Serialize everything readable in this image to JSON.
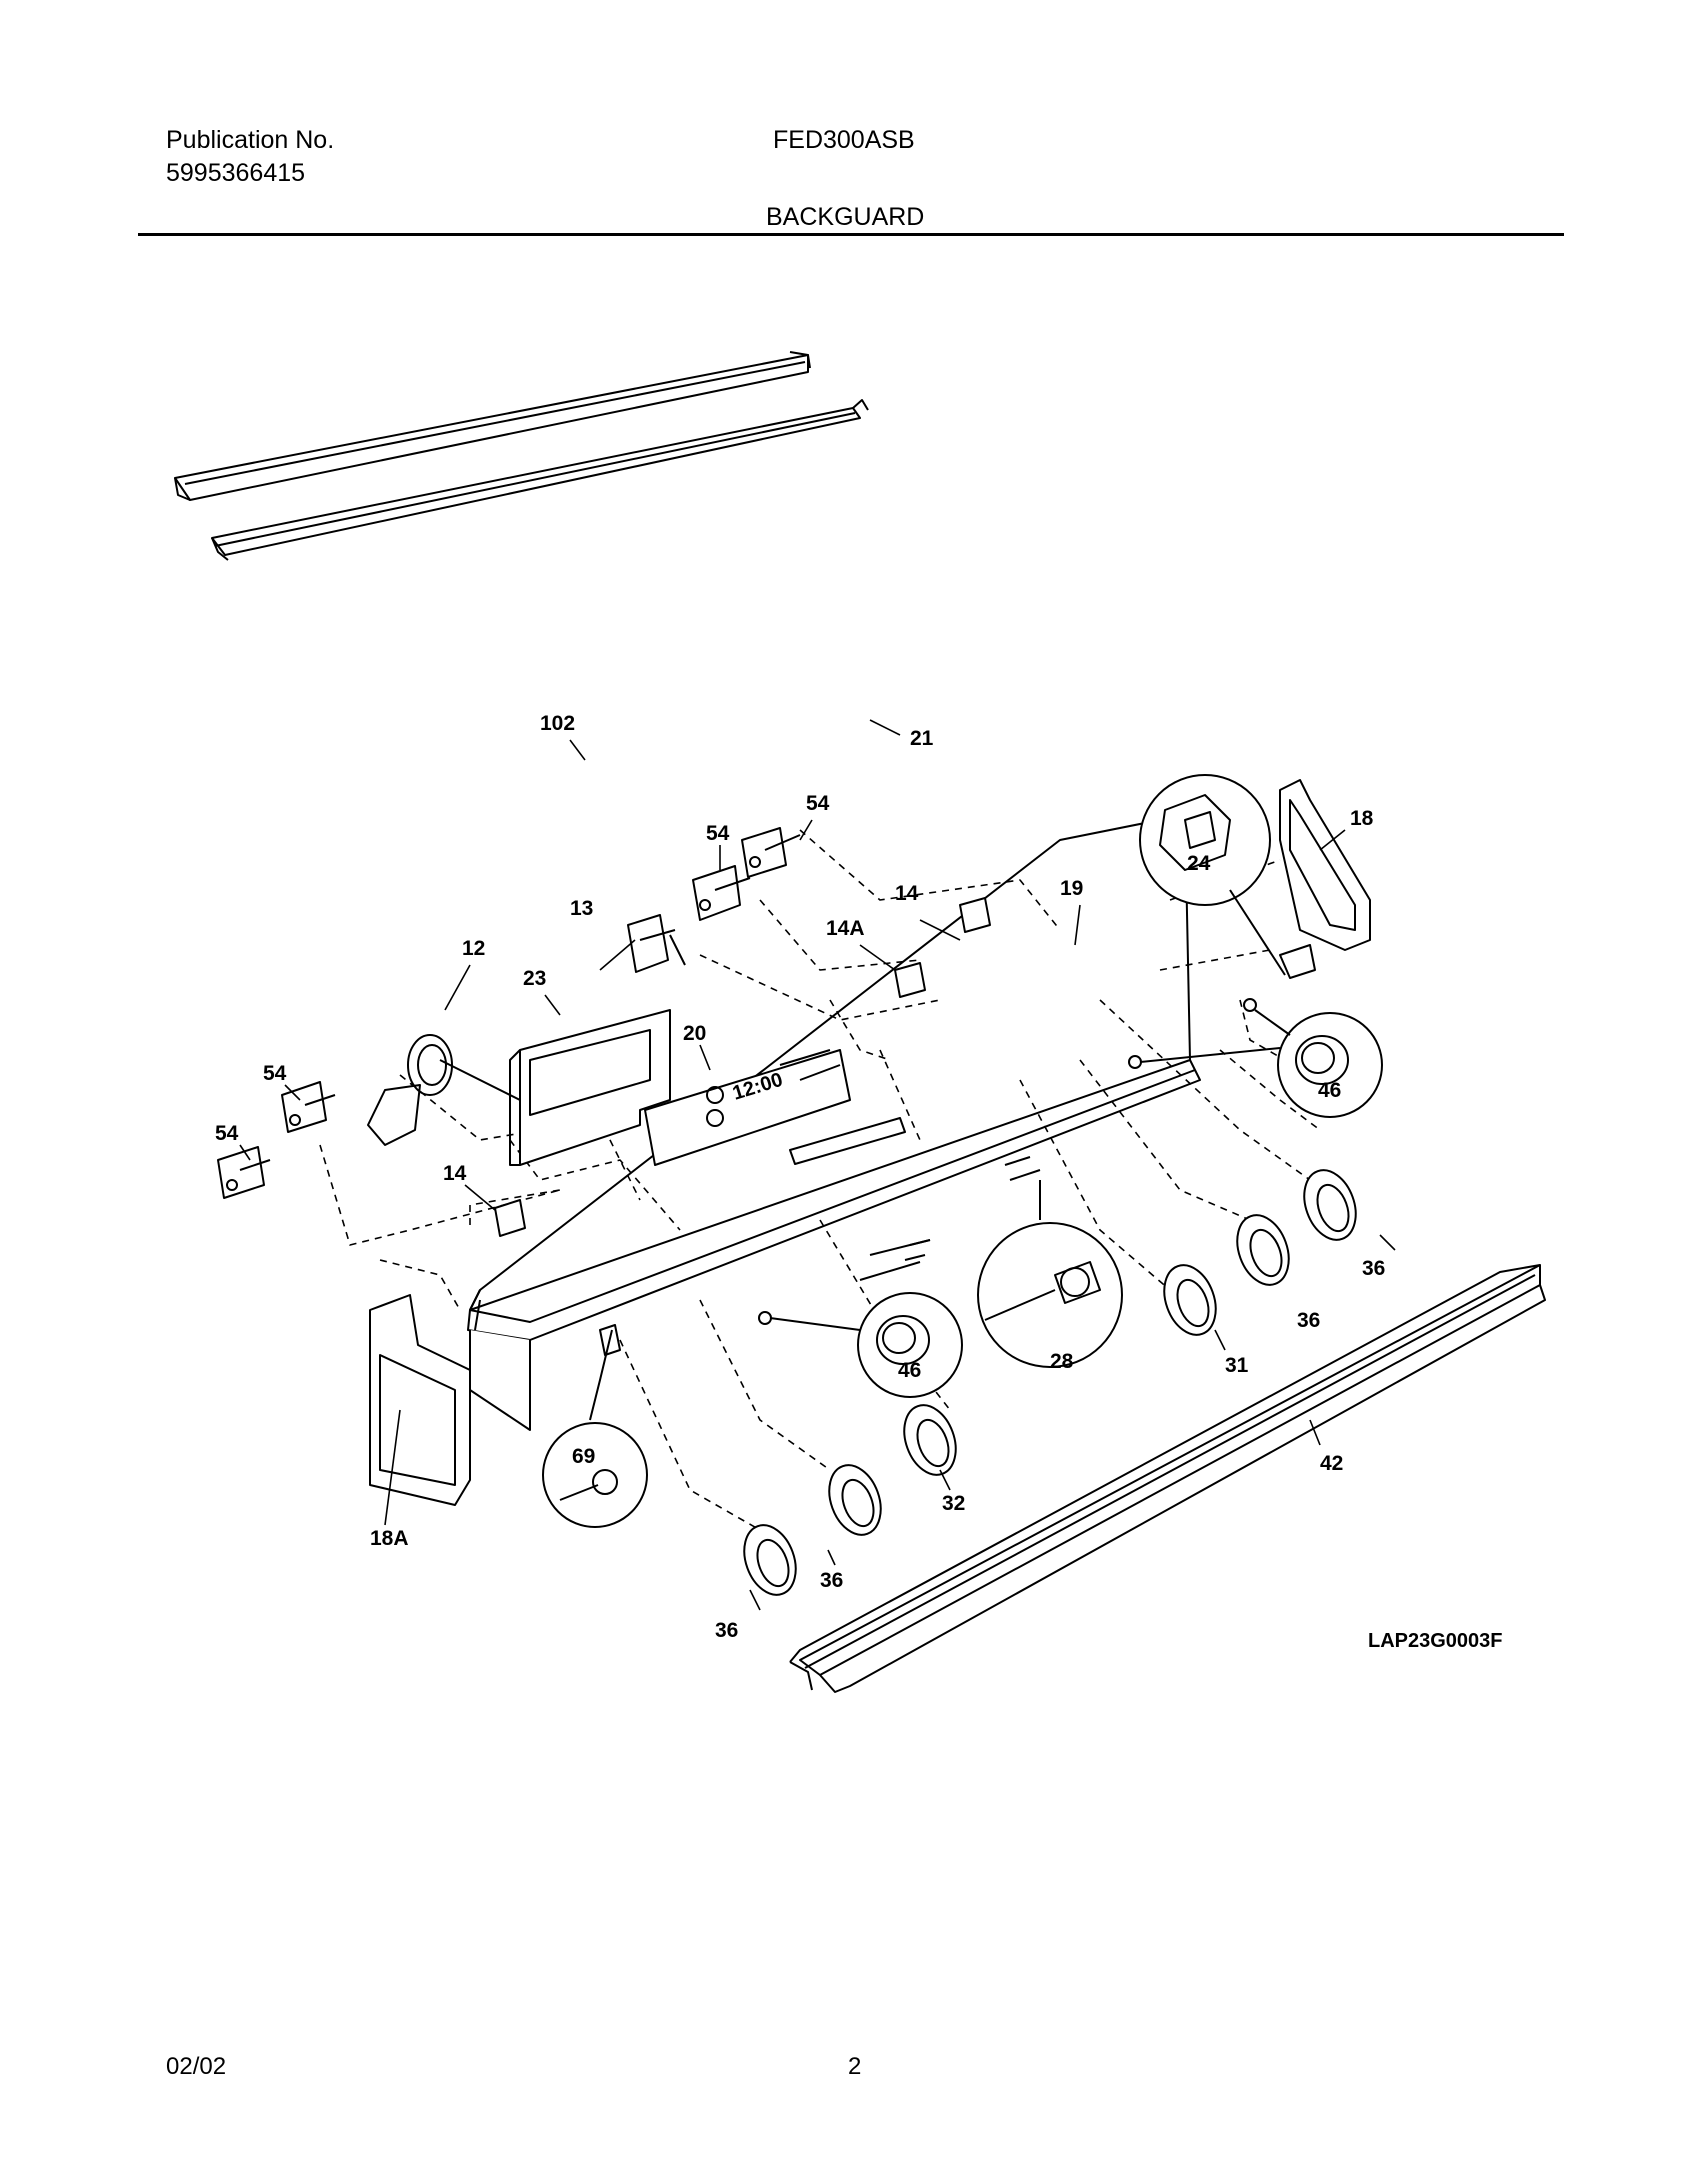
{
  "header": {
    "publication_label": "Publication No.",
    "publication_number": "5995366415",
    "model": "FED300ASB",
    "section": "BACKGUARD"
  },
  "diagram": {
    "drawing_code": "LAP23G0003F",
    "display_text": "12:00",
    "callouts": {
      "c102": "102",
      "c21": "21",
      "c54a": "54",
      "c54b": "54",
      "c13": "13",
      "c14a": "14",
      "c14A": "14A",
      "c19": "19",
      "c24": "24",
      "c18": "18",
      "c12": "12",
      "c23": "23",
      "c20": "20",
      "c46a": "46",
      "c54c": "54",
      "c54d": "54",
      "c14b": "14",
      "c36a": "36",
      "c36b": "36",
      "c28": "28",
      "c31": "31",
      "c46b": "46",
      "c42": "42",
      "c69": "69",
      "c32": "32",
      "c18A": "18A",
      "c36c": "36",
      "c36d": "36"
    }
  },
  "footer": {
    "date": "02/02",
    "page": "2"
  }
}
